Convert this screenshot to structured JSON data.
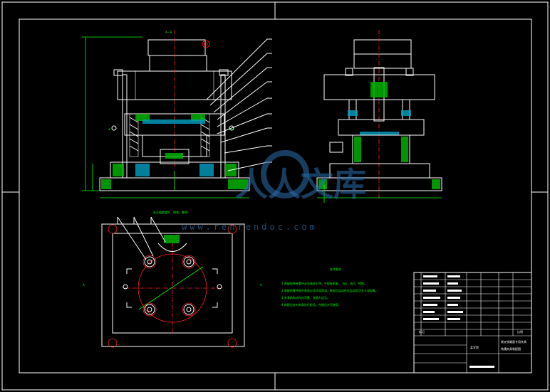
{
  "watermark": {
    "brand": "人人文库",
    "url": "www.renrendoc.com"
  },
  "notes": {
    "section_label": "A—A",
    "top_note": "未注粗糙度 R、倒角、圆角"
  },
  "tech_requirements": {
    "title": "技术要求",
    "lines": [
      "1.装配前所有零件必须清洗干净，不得有毛刺、飞边、油污、锈蚀。",
      "2.装配前零件配合表面必须涂润滑油，装配后运动件应运动灵活无卡滞现象。",
      "3.夹紧机构动作应可靠，夹紧力适当。",
      "4.装配后应对夹具进行检验，合格后方可使用。"
    ]
  },
  "title_block": {
    "school": "某学院",
    "title_line1": "拨叉铣端面专用夹具",
    "title_line2": "铣槽夹具装配图",
    "mark_label": "标记",
    "scale_label": "比例"
  },
  "section_marks": {
    "left": "A",
    "right": "A"
  }
}
